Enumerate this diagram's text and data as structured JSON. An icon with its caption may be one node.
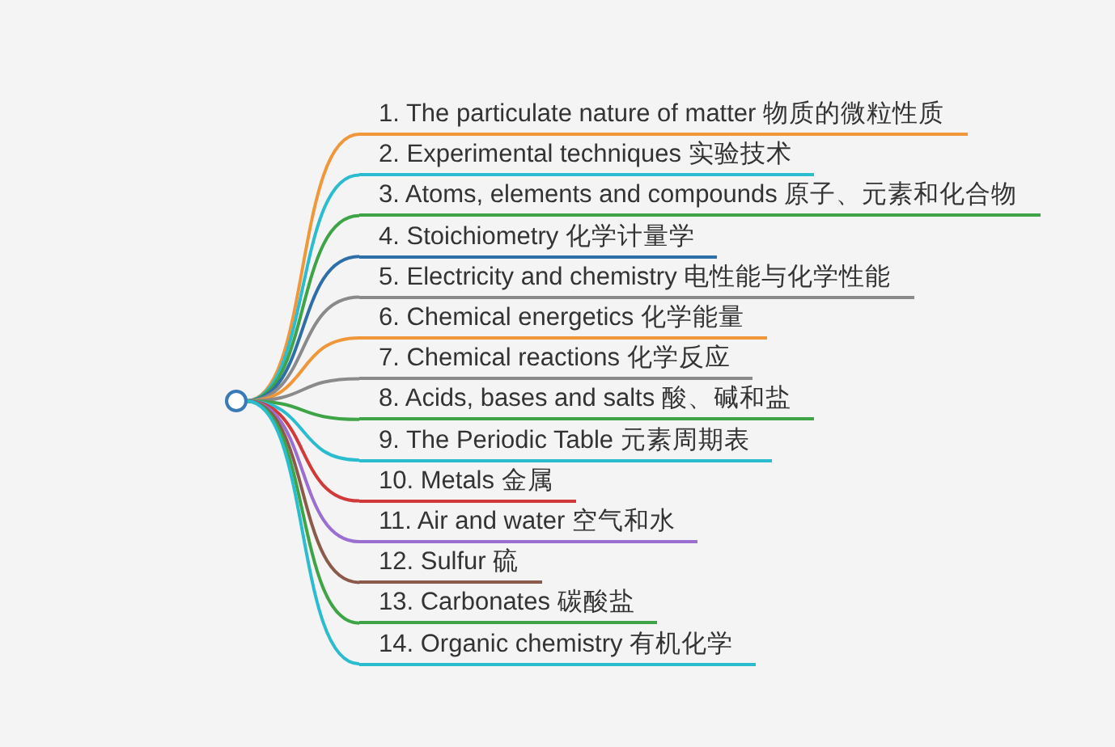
{
  "diagram": {
    "nodes": [
      {
        "text": [],
        "shape": "circle"
      },
      {
        "text": [
          "1. The particulate nature of matter 物质的微粒性质"
        ]
      },
      {
        "text": [
          "2. Experimental techniques 实验技术"
        ]
      },
      {
        "text": [
          "3. Atoms, elements and compounds 原子、元素和化合物"
        ]
      },
      {
        "text": [
          "4. Stoichiometry 化学计量学"
        ]
      },
      {
        "text": [
          "5. Electricity and chemistry 电性能与化学性能"
        ]
      },
      {
        "text": [
          "6. Chemical energetics 化学能量"
        ]
      },
      {
        "text": [
          "7. Chemical reactions 化学反应"
        ]
      },
      {
        "text": [
          "8. Acids, bases and salts 酸、碱和盐"
        ]
      },
      {
        "text": [
          "9. The Periodic Table 元素周期表"
        ]
      },
      {
        "text": [
          "10. Metals 金属"
        ]
      },
      {
        "text": [
          "11. Air and water 空气和水"
        ]
      },
      {
        "text": [
          "12. Sulfur 硫"
        ]
      },
      {
        "text": [
          "13. Carbonates 碳酸盐"
        ]
      },
      {
        "text": [
          "14. Organic chemistry 有机化学"
        ]
      }
    ],
    "edges": [
      {
        "from": 0,
        "to": 1,
        "arrow": "none",
        "color": "#f0973a"
      },
      {
        "from": 0,
        "to": 2,
        "arrow": "none",
        "color": "#2bbcd0"
      },
      {
        "from": 0,
        "to": 3,
        "arrow": "none",
        "color": "#3ea447"
      },
      {
        "from": 0,
        "to": 4,
        "arrow": "none",
        "color": "#2f6fa8"
      },
      {
        "from": 0,
        "to": 5,
        "arrow": "none",
        "color": "#8a8a8a"
      },
      {
        "from": 0,
        "to": 6,
        "arrow": "none",
        "color": "#f0973a"
      },
      {
        "from": 0,
        "to": 7,
        "arrow": "none",
        "color": "#8a8a8a"
      },
      {
        "from": 0,
        "to": 8,
        "arrow": "none",
        "color": "#3ea447"
      },
      {
        "from": 0,
        "to": 9,
        "arrow": "none",
        "color": "#2bbcd0"
      },
      {
        "from": 0,
        "to": 10,
        "arrow": "none",
        "color": "#d03a3a"
      },
      {
        "from": 0,
        "to": 11,
        "arrow": "none",
        "color": "#9b6fd0"
      },
      {
        "from": 0,
        "to": 12,
        "arrow": "none",
        "color": "#8a5a4a"
      },
      {
        "from": 0,
        "to": 13,
        "arrow": "none",
        "color": "#3ea447"
      },
      {
        "from": 0,
        "to": 14,
        "arrow": "none",
        "color": "#2bbcd0"
      }
    ]
  }
}
